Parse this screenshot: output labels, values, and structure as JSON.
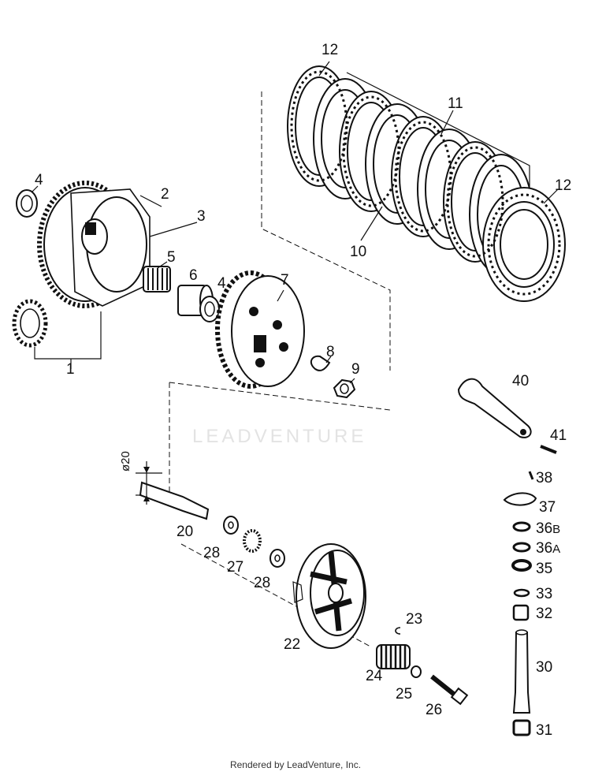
{
  "labels": {
    "p1": "1",
    "p2": "2",
    "p3": "3",
    "p4a": "4",
    "p4b": "4",
    "p5": "5",
    "p6": "6",
    "p7": "7",
    "p8": "8",
    "p9": "9",
    "p10": "10",
    "p11": "11",
    "p12a": "12",
    "p12b": "12",
    "p20": "20",
    "p22": "22",
    "p23": "23",
    "p24": "24",
    "p25": "25",
    "p26": "26",
    "p27": "27",
    "p28a": "28",
    "p28b": "28",
    "p30": "30",
    "p31": "31",
    "p32": "32",
    "p33": "33",
    "p35": "35",
    "p36a": "36",
    "p36a_suffix": "A",
    "p36b": "36",
    "p36b_suffix": "B",
    "p37": "37",
    "p38": "38",
    "p40": "40",
    "p41": "41",
    "dim": "ø20"
  },
  "watermark": "LEADVENTURE",
  "footer": "Rendered by LeadVenture, Inc."
}
